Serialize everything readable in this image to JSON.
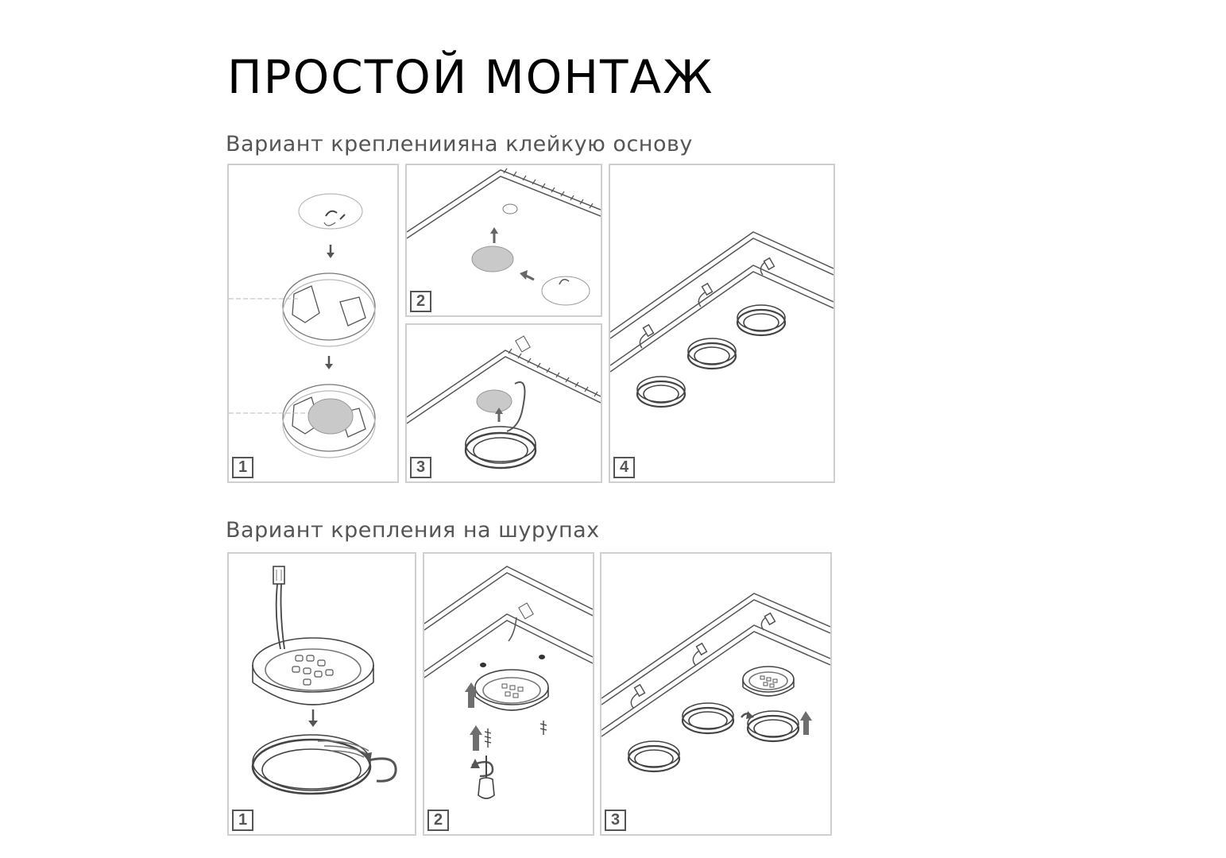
{
  "title": "ПРОСТОЙ МОНТАЖ",
  "sections": [
    {
      "heading": "Вариант креплениияна клейкую основу",
      "steps": [
        {
          "number": "1"
        },
        {
          "number": "2"
        },
        {
          "number": "3"
        },
        {
          "number": "4"
        }
      ]
    },
    {
      "heading": "Вариант крепления на шурупах",
      "steps": [
        {
          "number": "1"
        },
        {
          "number": "2"
        },
        {
          "number": "3"
        }
      ]
    }
  ],
  "colors": {
    "line": "#555555",
    "frame": "#cfcfcf",
    "adhesive_pad": "#c9c9c9",
    "arrow": "#6e6e6e"
  }
}
